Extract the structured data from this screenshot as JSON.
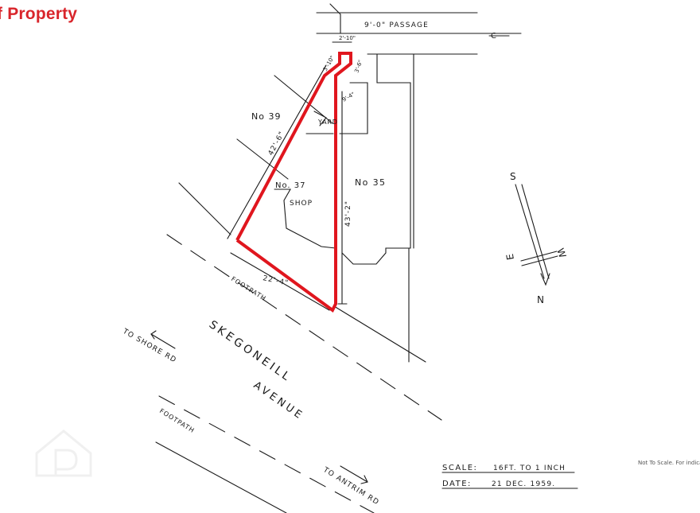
{
  "header": {
    "title": "f Property"
  },
  "labels": {
    "passage": "9'-0\" PASSAGE",
    "no39": "No 39",
    "no37": "No. 37",
    "shop": "SHOP",
    "no35": "No 35",
    "yard": "YARD",
    "footpath_top": "FOOTPATH",
    "footpath_bottom": "FOOTPATH",
    "road_line1": "SKEGONEILL",
    "road_line2": "AVENUE",
    "to_shore": "TO SHORE RD",
    "to_antrim": "TO ANTRIM RD",
    "dim_side": "42'-6\"",
    "dim_front": "22'-4\"",
    "dim_right": "43'-2\"",
    "dim_top_a": "2'-10\"",
    "dim_top_b": "3'-10\"",
    "dim_top_c": "3'-6\"",
    "dim_top_d": "9'-4\"",
    "north_s": "S",
    "north_n": "N",
    "north_e": "E",
    "north_w": "W",
    "arrow_mark": "C"
  },
  "scale_box": {
    "scale_label": "SCALE:",
    "scale_value": "16FT. TO 1 INCH",
    "date_label": "DATE:",
    "date_value": "21 DEC. 1959."
  },
  "disclaimer": "Not To Scale. For indica",
  "watermark": {
    "icon": "property-logo-watermark-icon"
  },
  "colors": {
    "boundary": "#e0161e",
    "ink": "#1a1a1a",
    "brand": "#d9252b"
  }
}
